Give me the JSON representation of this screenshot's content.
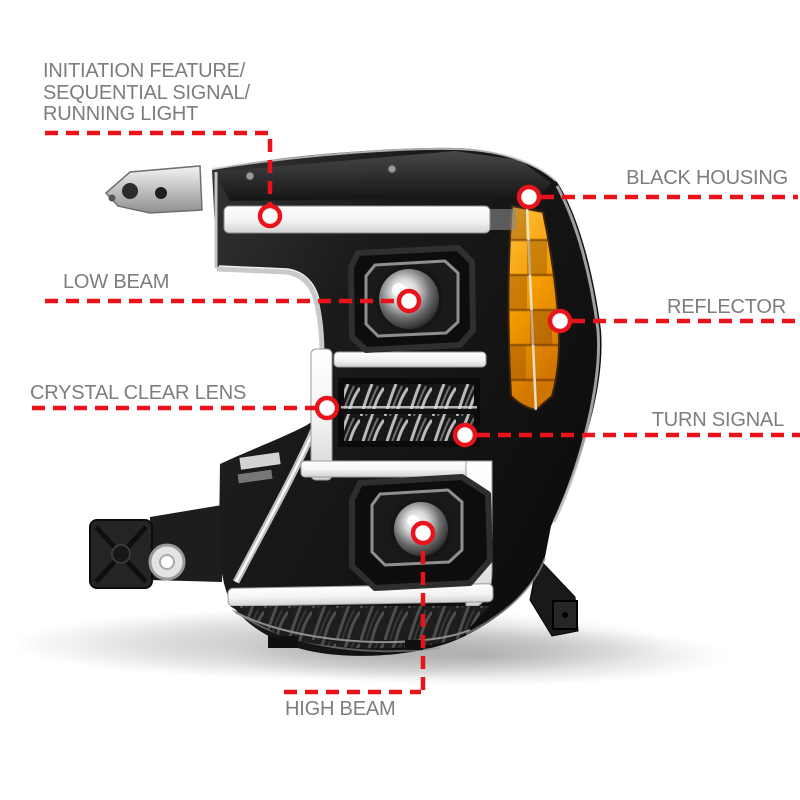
{
  "figure": {
    "description_type": "annotated-product-callout-diagram",
    "subject": "truck-projector-headlight-assembly"
  },
  "colors": {
    "background": "#ffffff",
    "label_text": "#7d7d7d",
    "leader_red": "#e8131b",
    "housing_black": "#141414",
    "chrome": "#d8d8d8",
    "amber": "#f59c00",
    "drl_white": "#f8f8f8"
  },
  "callouts": {
    "initiation": {
      "lines": [
        "INITIATION FEATURE/",
        "SEQUENTIAL SIGNAL/",
        "RUNNING LIGHT"
      ]
    },
    "black_housing": {
      "label": "BLACK HOUSING"
    },
    "low_beam": {
      "label": "LOW BEAM"
    },
    "reflector": {
      "label": "REFLECTOR"
    },
    "crystal_clear_lens": {
      "label": "CRYSTAL CLEAR LENS"
    },
    "turn_signal": {
      "label": "TURN SIGNAL"
    },
    "high_beam": {
      "label": "HIGH BEAM"
    }
  }
}
